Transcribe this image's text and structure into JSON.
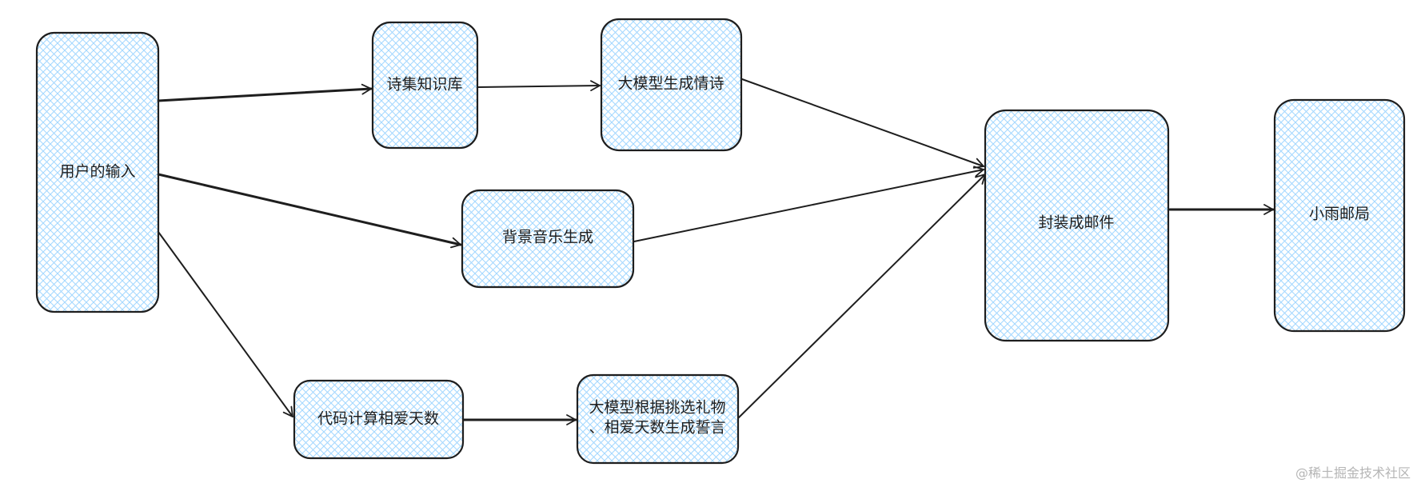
{
  "diagram": {
    "fill_color": "#a5d8ff",
    "stroke_color": "#1e1e1e",
    "nodes": {
      "user_input": "用户的输入",
      "poetry_kb": "诗集知识库",
      "llm_poem": "大模型生成情诗",
      "bg_music": "背景音乐生成",
      "love_days": "代码计算相爱天数",
      "llm_vow_line1": "大模型根据挑选礼物",
      "llm_vow_line2": "、相爱天数生成誓言",
      "package_mail": "封装成邮件",
      "post_office": "小雨邮局"
    },
    "edges": [
      {
        "from": "user_input",
        "to": "poetry_kb"
      },
      {
        "from": "poetry_kb",
        "to": "llm_poem"
      },
      {
        "from": "llm_poem",
        "to": "package_mail"
      },
      {
        "from": "user_input",
        "to": "bg_music"
      },
      {
        "from": "bg_music",
        "to": "package_mail"
      },
      {
        "from": "user_input",
        "to": "love_days"
      },
      {
        "from": "love_days",
        "to": "llm_vow"
      },
      {
        "from": "llm_vow",
        "to": "package_mail"
      },
      {
        "from": "package_mail",
        "to": "post_office"
      }
    ]
  },
  "watermark": "@稀土掘金技术社区"
}
